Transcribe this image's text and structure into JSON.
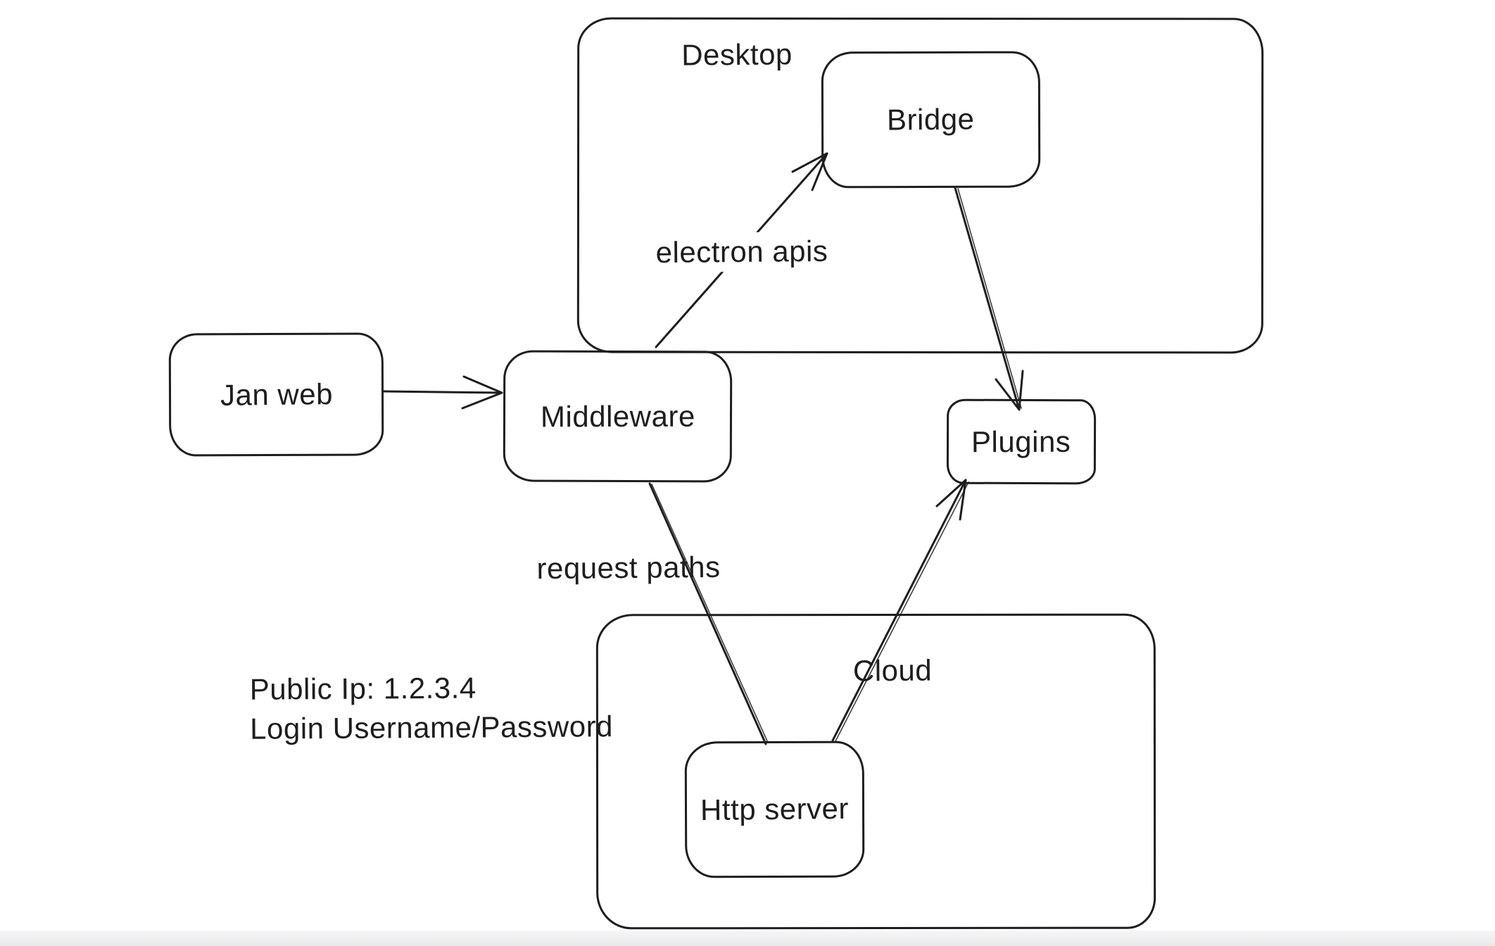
{
  "diagram": {
    "containers": {
      "desktop": {
        "label": "Desktop"
      },
      "cloud": {
        "label": "Cloud"
      }
    },
    "nodes": {
      "jan_web": {
        "label": "Jan web"
      },
      "middleware": {
        "label": "Middleware"
      },
      "bridge": {
        "label": "Bridge"
      },
      "plugins": {
        "label": "Plugins"
      },
      "http_server": {
        "label": "Http server"
      }
    },
    "edges": [
      {
        "id": "jan-web-to-middleware",
        "from": "Jan web",
        "to": "Middleware",
        "label": "",
        "arrowhead": "arrow-at-end"
      },
      {
        "id": "middleware-to-bridge",
        "from": "Middleware",
        "to": "Bridge",
        "label": "electron apis",
        "arrowhead": "arrow-at-end"
      },
      {
        "id": "bridge-to-plugins",
        "from": "Bridge",
        "to": "Plugins",
        "label": "",
        "arrowhead": "arrow-at-end"
      },
      {
        "id": "middleware-to-http-server",
        "from": "Middleware",
        "to": "Http server",
        "label": "request paths",
        "arrowhead": "none"
      },
      {
        "id": "http-server-to-plugins",
        "from": "Http server",
        "to": "Plugins",
        "label": "",
        "arrowhead": "arrow-at-end"
      }
    ],
    "notes": {
      "line1": "Public Ip: 1.2.3.4",
      "line2": "Login Username/Password"
    },
    "colors": {
      "stroke": "#1e1e1e",
      "background": "#ffffff"
    }
  }
}
